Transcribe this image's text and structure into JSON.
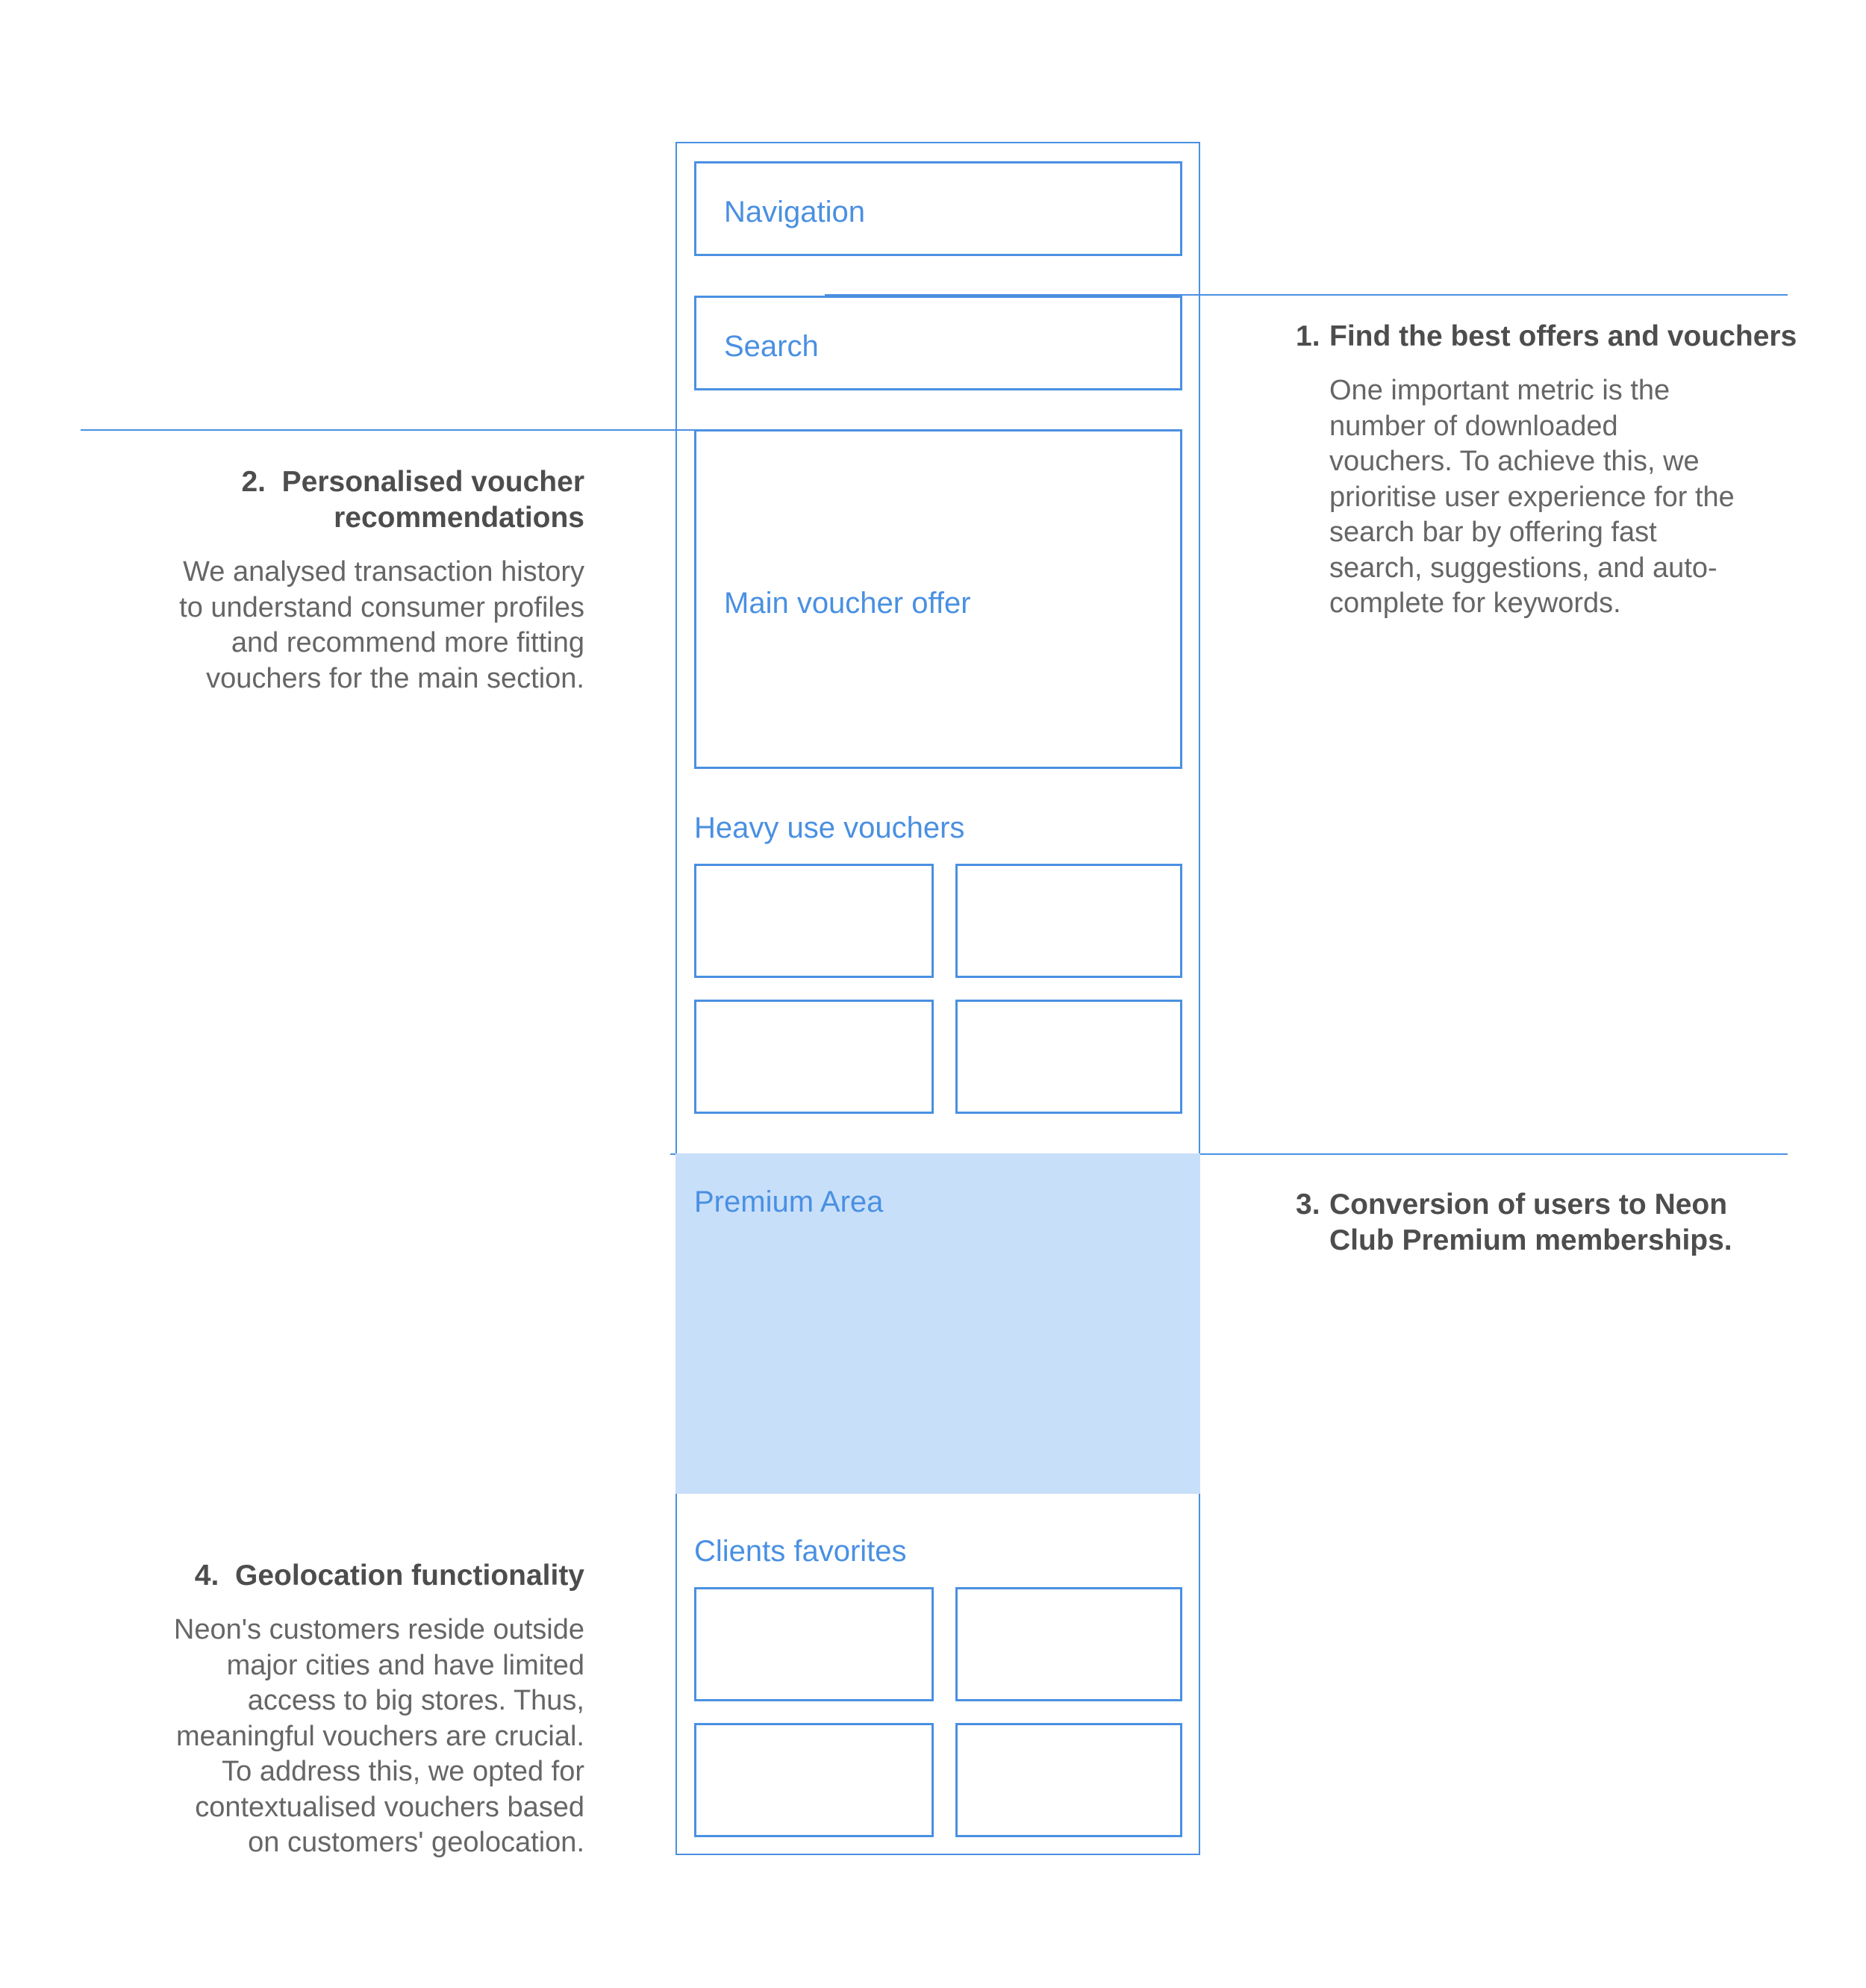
{
  "wireframe": {
    "navigation_label": "Navigation",
    "search_label": "Search",
    "main_offer_label": "Main voucher offer",
    "heavy_use_label": "Heavy use vouchers",
    "premium_label": "Premium Area",
    "clients_favorites_label": "Clients favorites"
  },
  "notes": {
    "note1": {
      "number": "1.",
      "title": "Find the best offers and vouchers",
      "body_lines": [
        "One important metric is the",
        "number of downloaded",
        "vouchers. To achieve this, we",
        "prioritise user experience for the",
        "search bar by offering fast",
        "search, suggestions, and auto-",
        "complete for keywords."
      ]
    },
    "note2": {
      "title_line1": "2.  Personalised voucher",
      "title_line2": "recommendations",
      "body_lines": [
        "We analysed transaction history",
        "to understand consumer profiles",
        "and recommend more fitting",
        "vouchers for the main section."
      ]
    },
    "note3": {
      "number": "3.",
      "title_line1": "Conversion of users to Neon",
      "title_line2": "Club Premium memberships."
    },
    "note4": {
      "title": "4.  Geolocation functionality",
      "body_lines": [
        "Neon's customers reside outside",
        "major cities and have limited",
        "access to big stores. Thus,",
        "meaningful vouchers are crucial.",
        "To address this, we opted for",
        "contextualised vouchers based",
        "on customers' geolocation."
      ]
    }
  },
  "colors": {
    "accent": "#4a90e2",
    "premium_fill": "#c8dffa",
    "title_text": "#4d4d4d",
    "body_text": "#666666"
  }
}
